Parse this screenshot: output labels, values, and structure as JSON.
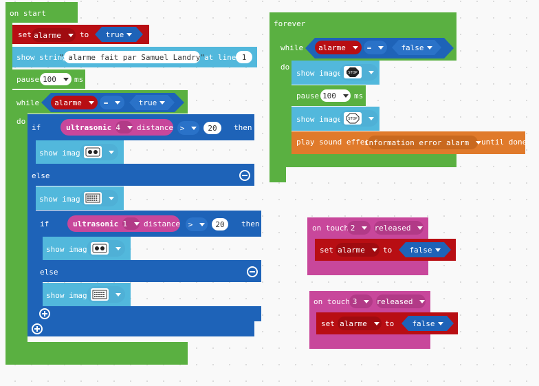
{
  "on_start": {
    "header": "on start",
    "set_label": "set",
    "set_var": "alarme",
    "set_to": "to",
    "set_value": "true",
    "show_string_label": "show string",
    "show_string_text": "\" alarme fait par Samuel Landry\"",
    "at_line_label": "at line",
    "at_line_value": "1",
    "pause_label": "pause",
    "pause_value": "100",
    "pause_unit": "ms",
    "while_label": "while",
    "while_var": "alarme",
    "while_op": "=",
    "while_value": "true",
    "do_label": "do",
    "if1": {
      "if_label": "if",
      "sensor": "ultrasonic",
      "port": "4",
      "distance": "distance",
      "op": ">",
      "value": "20",
      "then_label": "then",
      "show_image_label": "show image",
      "image1_icon": "face-eyes-icon",
      "else_label": "else",
      "image2_icon": "pattern-icon"
    },
    "if2": {
      "if_label": "if",
      "sensor": "ultrasonic",
      "port": "1",
      "distance": "distance",
      "op": ">",
      "value": "20",
      "then_label": "then",
      "show_image_label": "show image",
      "else_label": "else"
    }
  },
  "forever": {
    "header": "forever",
    "while_label": "while",
    "while_var": "alarme",
    "while_op": "=",
    "while_value": "false",
    "do_label": "do",
    "show_image_label": "show image",
    "image_icon": "stop-sign-icon",
    "stop_text": "STOP",
    "pause_label": "pause",
    "pause_value": "100",
    "pause_unit": "ms",
    "play_label": "play sound effect",
    "sound": "information error alarm",
    "until_label": "until done"
  },
  "touch2": {
    "on_touch_label": "on touch",
    "pin": "2",
    "event": "released",
    "set_label": "set",
    "var": "alarme",
    "to_label": "to",
    "value": "false"
  },
  "touch3": {
    "on_touch_label": "on touch",
    "pin": "3",
    "event": "released",
    "set_label": "set",
    "var": "alarme",
    "to_label": "to",
    "value": "false"
  },
  "colors": {
    "green": "#5ab041",
    "red": "#b80e13",
    "blue": "#1e63b8",
    "light_blue": "#52b8dc",
    "pink": "#c8479b",
    "orange": "#e07a2b"
  }
}
